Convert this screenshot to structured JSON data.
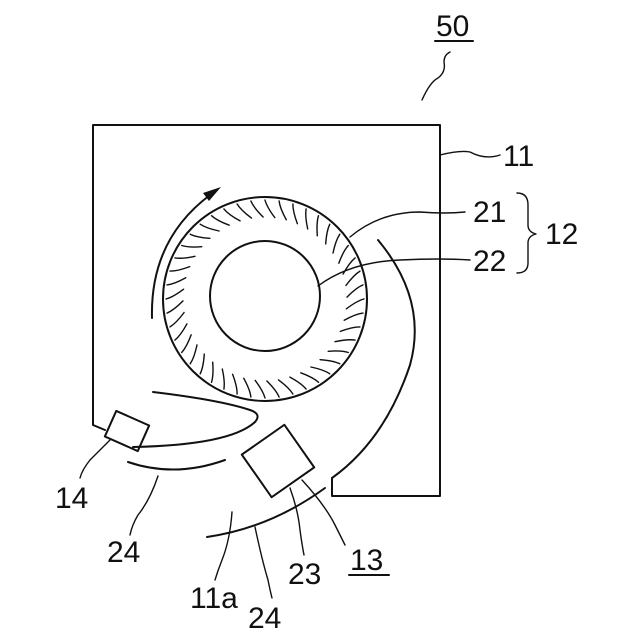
{
  "figure": {
    "labels": {
      "assembly": "50",
      "housing": "11",
      "impeller": "21",
      "motor": "22",
      "fan": "12",
      "sensor_left": "14",
      "guide": "24",
      "housing_edge": "11a",
      "guide_lower": "24",
      "element": "23",
      "sensor_right": "13"
    },
    "underlined": [
      "50",
      "13"
    ],
    "colors": {
      "line": "#111111",
      "background": "#ffffff"
    }
  }
}
